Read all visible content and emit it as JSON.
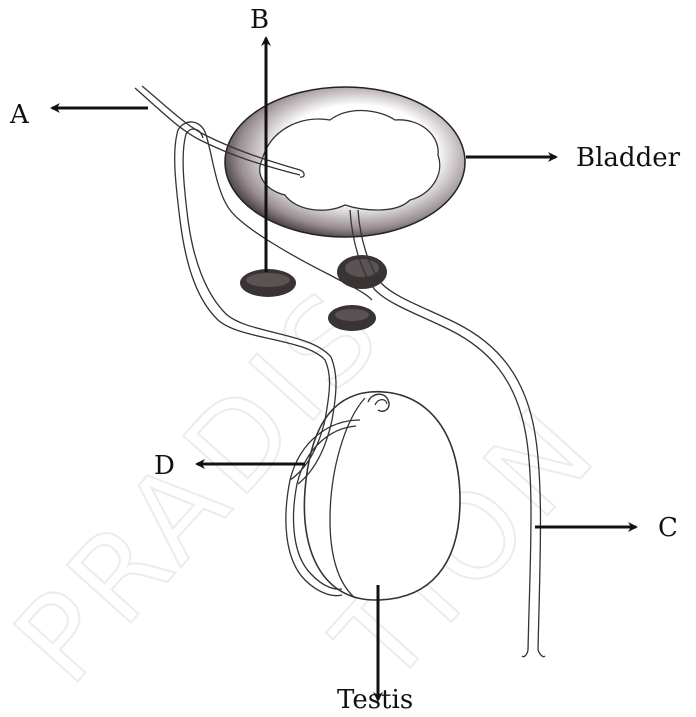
{
  "labels": {
    "a": "A",
    "b": "B",
    "c": "C",
    "d": "D",
    "bladder": "Bladder",
    "testis": "Testis"
  },
  "watermark": {
    "line1": "PRADIS",
    "line2": "TION"
  },
  "colors": {
    "ink": "#111111",
    "bladder_shade": "#2a2024",
    "gland": "#3a3334",
    "watermark": "#ececec"
  }
}
